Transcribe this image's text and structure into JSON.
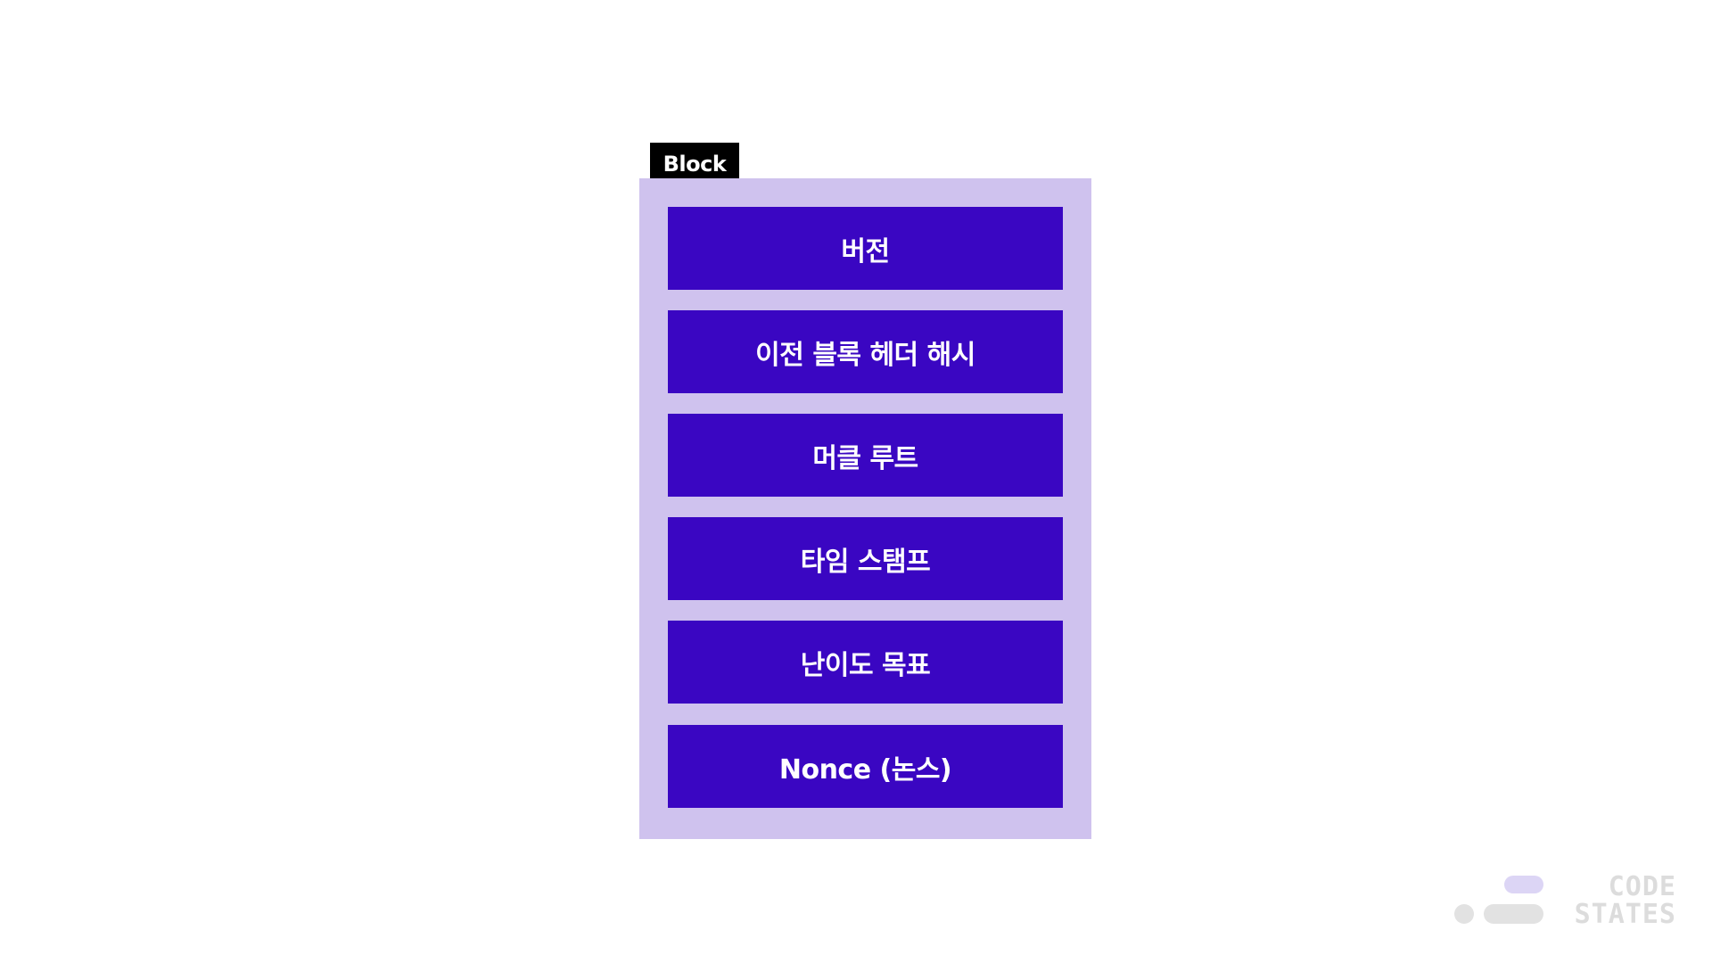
{
  "block": {
    "label": "Block",
    "fields": [
      "버전",
      "이전 블록 헤더 해시",
      "머클 루트",
      "타임 스탬프",
      "난이도 목표",
      "Nonce (논스)"
    ]
  },
  "logo": {
    "line1": "CODE",
    "line2": "STATES"
  },
  "colors": {
    "frame": "#cfc2ee",
    "field": "#3a06c2",
    "tag": "#000000",
    "logo_accent": "#dcd5f5",
    "logo_gray": "#e2e2e2"
  }
}
